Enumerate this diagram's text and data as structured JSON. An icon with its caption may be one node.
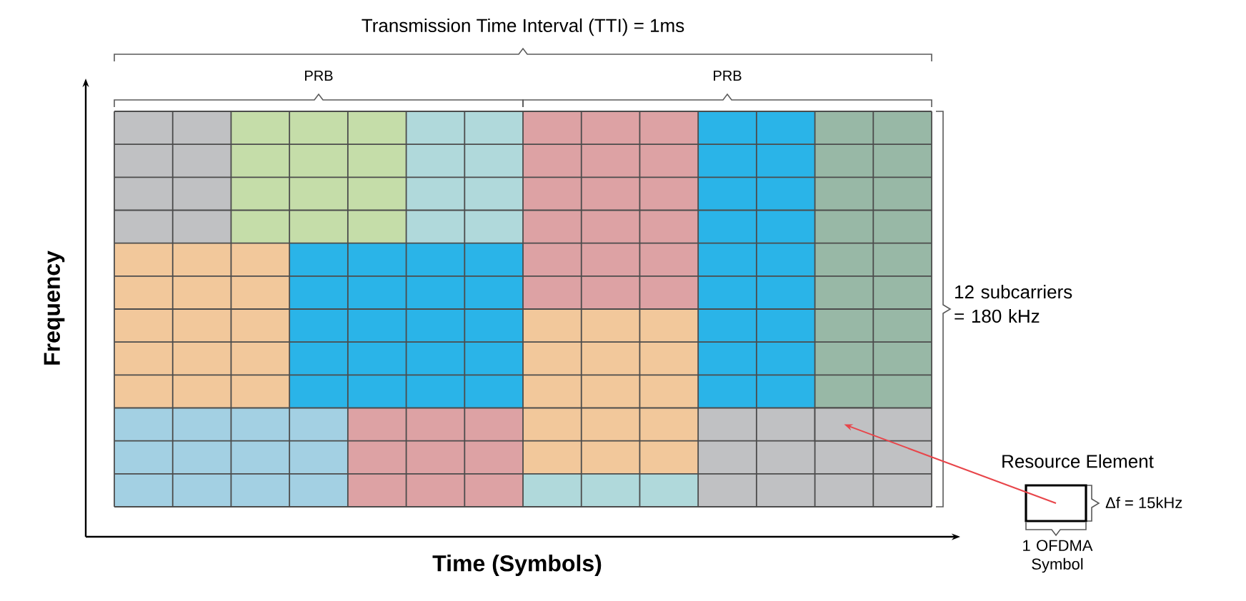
{
  "diagram": {
    "nodes": [
      {
        "text": [
          "Resource Element"
        ]
      },
      {
        "text": [],
        "shape": "box"
      }
    ],
    "edges": [
      {
        "from": 0,
        "to": 1,
        "arrow": "to",
        "color": "#e8454a"
      }
    ],
    "labels": [
      "Transmission Time Interval (TTI) = 1ms",
      "PRB",
      "PRB",
      "12 subcarriers = 180 kHz",
      "Frequency",
      "Δf = 15kHz",
      "Time (Symbols)",
      "1 OFDMA Symbol"
    ]
  }
}
